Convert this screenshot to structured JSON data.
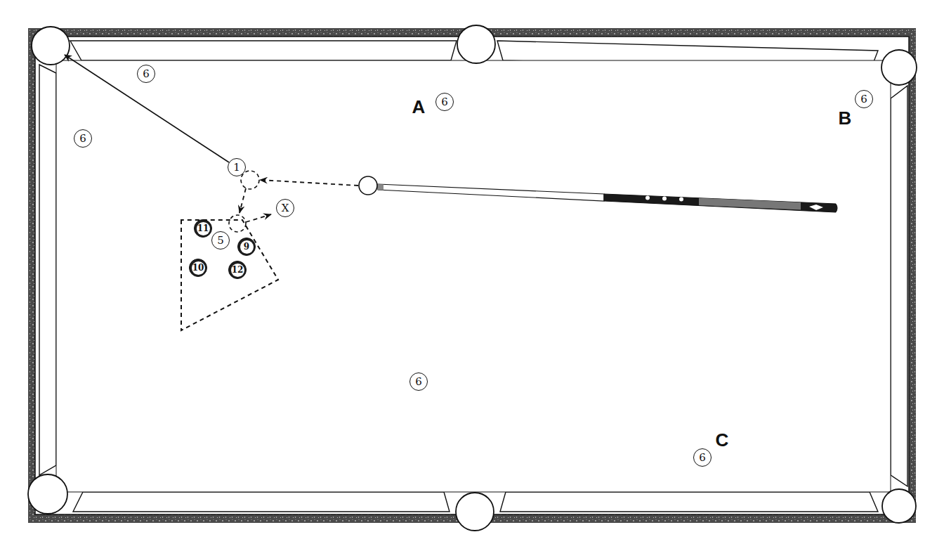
{
  "diagram": {
    "nodes": [
      {
        "text": [
          "6"
        ]
      },
      {
        "text": [
          "6"
        ]
      },
      {
        "text": [
          "6"
        ]
      },
      {
        "text": [
          "6"
        ]
      },
      {
        "text": [
          "1"
        ]
      },
      {
        "text": [
          "X"
        ]
      },
      {
        "text": [
          "11"
        ]
      },
      {
        "text": [
          "5"
        ]
      },
      {
        "text": [
          "9"
        ]
      },
      {
        "text": [
          "10"
        ]
      },
      {
        "text": [
          "12"
        ]
      },
      {
        "text": [
          "6"
        ]
      },
      {
        "text": [
          "6"
        ]
      }
    ],
    "labels": [
      "A",
      "B",
      "C"
    ]
  }
}
